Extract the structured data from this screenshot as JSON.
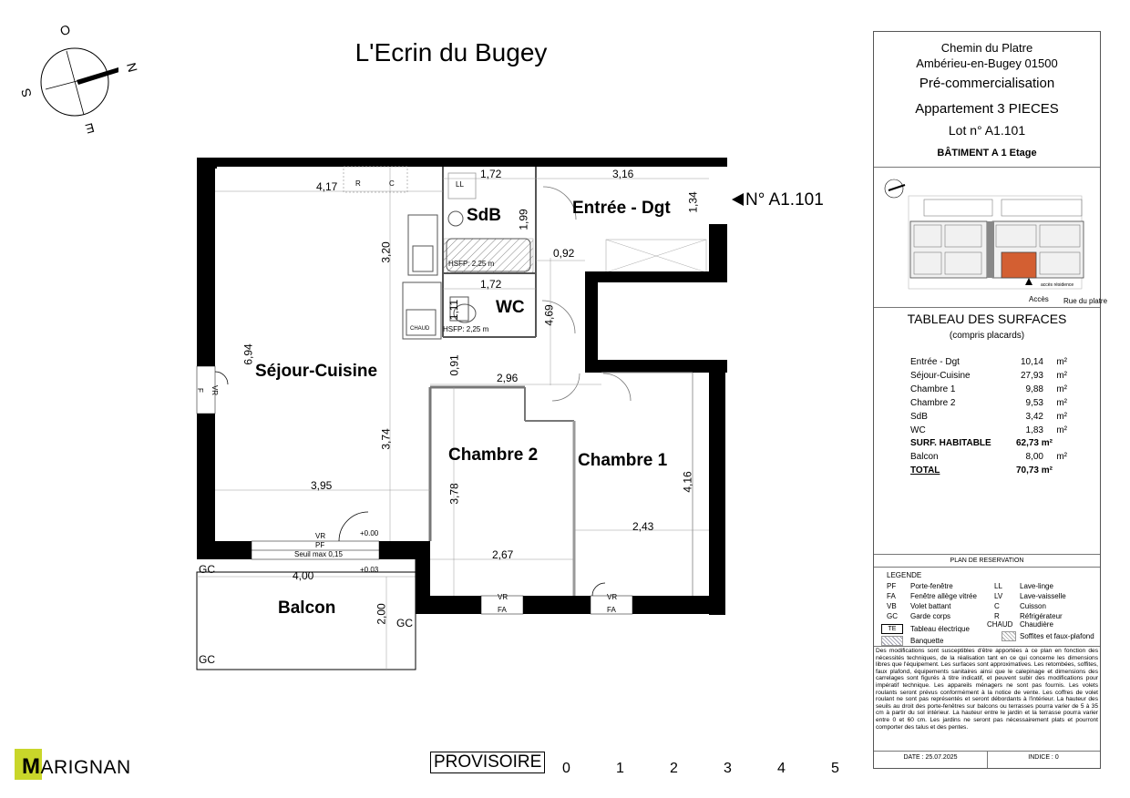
{
  "title": "L'Ecrin du Bugey",
  "compass": {
    "o": "O",
    "n": "N",
    "s": "S",
    "e": "E"
  },
  "lot_arrow_label": "N° A1.101",
  "rooms": {
    "sdb": "SdB",
    "entree": "Entrée - Dgt",
    "wc": "WC",
    "sejour": "Séjour-Cuisine",
    "chambre2": "Chambre 2",
    "chambre1": "Chambre 1",
    "balcon": "Balcon"
  },
  "dimensions": {
    "d417": "4,17",
    "d172a": "1,72",
    "d316": "3,16",
    "d134": "1,34",
    "d199": "1,99",
    "d320": "3,20",
    "d092": "0,92",
    "d172b": "1,72",
    "d111": "1,11",
    "d469": "4,69",
    "d694": "6,94",
    "d091": "0,91",
    "d296": "2,96",
    "d374": "3,74",
    "d378": "3,78",
    "d416": "4,16",
    "d395": "3,95",
    "d243": "2,43",
    "d267": "2,67",
    "d400": "4,00",
    "d200": "2,00"
  },
  "fixtures": {
    "hsfp1": "HSFP: 2,25 m",
    "hsfp2": "HSFP: 2,25 m",
    "r": "R",
    "c": "C",
    "ll": "LL",
    "chaud": "CHAUD",
    "vr": "VR",
    "f": "F",
    "pf": "PF",
    "seuil": "Seuil max 0,15",
    "p000": "+0.00",
    "p003": "+0.03",
    "fa": "FA",
    "gc": "GC"
  },
  "panel": {
    "address_line1": "Chemin du Platre",
    "address_line2": "Ambérieu-en-Bugey 01500",
    "status": "Pré-commercialisation",
    "apartment": "Appartement 3 PIECES",
    "lot": "Lot n° A1.101",
    "building": "BÂTIMENT A 1 Etage",
    "mini_acces": "Accès",
    "mini_street": "Rue du platre",
    "mini_note": "accès résidence"
  },
  "surfaces": {
    "title": "TABLEAU DES SURFACES",
    "subtitle": "(compris placards)",
    "unit": "m²",
    "rows": [
      {
        "name": "Entrée - Dgt",
        "value": "10,14"
      },
      {
        "name": "Séjour-Cuisine",
        "value": "27,93"
      },
      {
        "name": "Chambre 1",
        "value": "9,88"
      },
      {
        "name": "Chambre 2",
        "value": "9,53"
      },
      {
        "name": "SdB",
        "value": "3,42"
      },
      {
        "name": "WC",
        "value": "1,83"
      }
    ],
    "habitable": {
      "name": "SURF. HABITABLE",
      "value": "62,73 m²"
    },
    "balcon": {
      "name": "Balcon",
      "value": "8,00"
    },
    "total": {
      "name": "TOTAL",
      "value": "70,73 m²"
    }
  },
  "reservation_title": "PLAN DE RESERVATION",
  "legend": {
    "title": "LEGENDE",
    "left": [
      {
        "code": "PF",
        "label": "Porte-fenêtre"
      },
      {
        "code": "FA",
        "label": "Fenêtre allège vitrée"
      },
      {
        "code": "VB",
        "label": "Volet battant"
      },
      {
        "code": "GC",
        "label": "Garde corps"
      }
    ],
    "right": [
      {
        "code": "LL",
        "label": "Lave-linge"
      },
      {
        "code": "LV",
        "label": "Lave-vaisselle"
      },
      {
        "code": "C",
        "label": "Cuisson"
      },
      {
        "code": "R",
        "label": "Réfrigérateur"
      },
      {
        "code": "CHAUD",
        "label": "Chaudière"
      }
    ],
    "te_code": "TE",
    "te_label": "Tableau électrique",
    "banquette": "Banquette",
    "soffites": "Soffites et faux-plafond"
  },
  "disclaimer": "Des modifications sont susceptibles d'être apportées à ce plan en fonction des nécessités techniques, de la réalisation tant en ce qui concerne les dimensions libres que l'équipement. Les surfaces sont approximatives. Les retombées, soffites, faux plafond, équipements sanitaires ainsi que le calepinage et dimensions des carrelages sont figurés à titre indicatif, et peuvent subir des modifications pour impératif technique. Les appareils ménagers ne sont pas fournis. Les volets roulants seront prévus conformément à la notice de vente. Les coffres de volet roulant ne sont pas représentés et seront débordants à l'intérieur. La hauteur des seuils au droit des porte-fenêtres sur balcons ou terrasses pourra varier de 5 à 35 cm à partir du sol intérieur. La hauteur entre le jardin et la terrasse pourra varier entre 0 et 60 cm. Les jardins ne seront pas nécessairement plats et pourront comporter des talus et des pentes.",
  "date": "DATE : 25.07.2025",
  "indice": "INDICE : 0",
  "provisoire": "PROVISOIRE",
  "brand": {
    "initial": "M",
    "rest": "ARIGNAN"
  },
  "scale": [
    "0",
    "1",
    "2",
    "3",
    "4",
    "5"
  ]
}
